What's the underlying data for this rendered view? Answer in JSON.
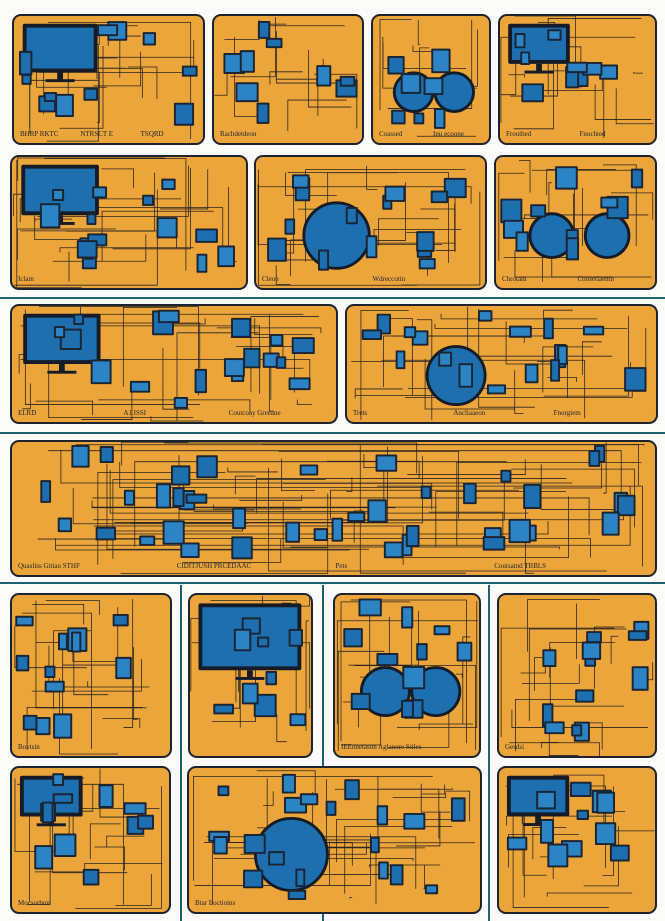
{
  "colors": {
    "panel": "#eba53a",
    "border": "#1d2430",
    "screen": "#1d6fb0",
    "screen_dark": "#0f2f55",
    "wire": "#2a2520",
    "rule": "#1f5f73"
  },
  "panels": [
    {
      "id": "p1",
      "labels": [
        "BHRP RKTC",
        "NTRSCT E",
        "TSQRD"
      ]
    },
    {
      "id": "p2",
      "labels": [
        "Rachdetdeon"
      ]
    },
    {
      "id": "p3",
      "labels": [
        "Coassed",
        "Inu ecoone"
      ]
    },
    {
      "id": "p4",
      "labels": [
        "Frouthed",
        "Fnochted"
      ]
    },
    {
      "id": "p5",
      "labels": [
        "Iclam"
      ]
    },
    {
      "id": "p6",
      "labels": [
        "Cleon",
        "Wdreccotin"
      ]
    },
    {
      "id": "p7",
      "labels": [
        "Chrotain",
        "Coosetiaentn"
      ]
    },
    {
      "id": "p8",
      "labels": [
        "ELRD",
        "A1 ISSI",
        "Coutcoay Greeane"
      ]
    },
    {
      "id": "p9",
      "labels": [
        "Trets",
        "Ancliaaeon",
        "Fnorgiem"
      ]
    },
    {
      "id": "p10",
      "labels": [
        "Quasliss Gitiau STHF",
        "CIDITJUSH PRCEDAAC",
        "Pets",
        "Coutsatnd TBBLS"
      ]
    },
    {
      "id": "p11",
      "labels": [
        "Bovtsin"
      ]
    },
    {
      "id": "p12",
      "labels": []
    },
    {
      "id": "p13",
      "labels": [
        "IEEonetasun Aglanore Stiles"
      ]
    },
    {
      "id": "p14",
      "labels": [
        "Gesdsi"
      ]
    },
    {
      "id": "p15",
      "labels": [
        "Mocsorbon"
      ]
    },
    {
      "id": "p16",
      "labels": [
        "Btar Eoctioins"
      ]
    },
    {
      "id": "p17",
      "labels": []
    }
  ]
}
